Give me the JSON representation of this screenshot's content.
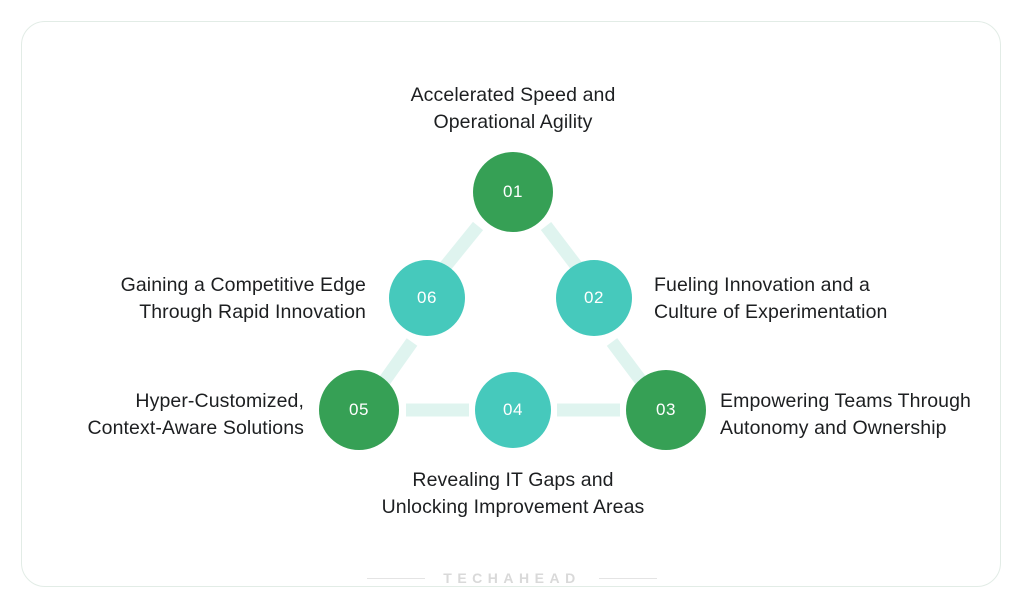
{
  "diagram": {
    "title_node": "01",
    "nodes": [
      {
        "id": "01",
        "number": "01",
        "color": "#36a055",
        "tone": "green",
        "label": "Accelerated Speed and\nOperational Agility"
      },
      {
        "id": "02",
        "number": "02",
        "color": "#46c9bc",
        "tone": "teal",
        "label": "Fueling Innovation and a\nCulture of Experimentation"
      },
      {
        "id": "03",
        "number": "03",
        "color": "#36a055",
        "tone": "green",
        "label": "Empowering Teams Through\nAutonomy and Ownership"
      },
      {
        "id": "04",
        "number": "04",
        "color": "#46c9bc",
        "tone": "teal",
        "label": "Revealing IT Gaps and\nUnlocking Improvement Areas"
      },
      {
        "id": "05",
        "number": "05",
        "color": "#36a055",
        "tone": "green",
        "label": "Hyper-Customized,\nContext-Aware Solutions"
      },
      {
        "id": "06",
        "number": "06",
        "color": "#46c9bc",
        "tone": "teal",
        "label": "Gaining a Competitive Edge\nThrough Rapid Innovation"
      }
    ],
    "connector_color": "#dff4ef",
    "label_color": "#1d1f21",
    "frame_border_color": "#e2ece6"
  },
  "footer": {
    "brand": "TECHAHEAD",
    "rule_color": "#e4e4e4",
    "brand_color": "#d9d9d9"
  }
}
